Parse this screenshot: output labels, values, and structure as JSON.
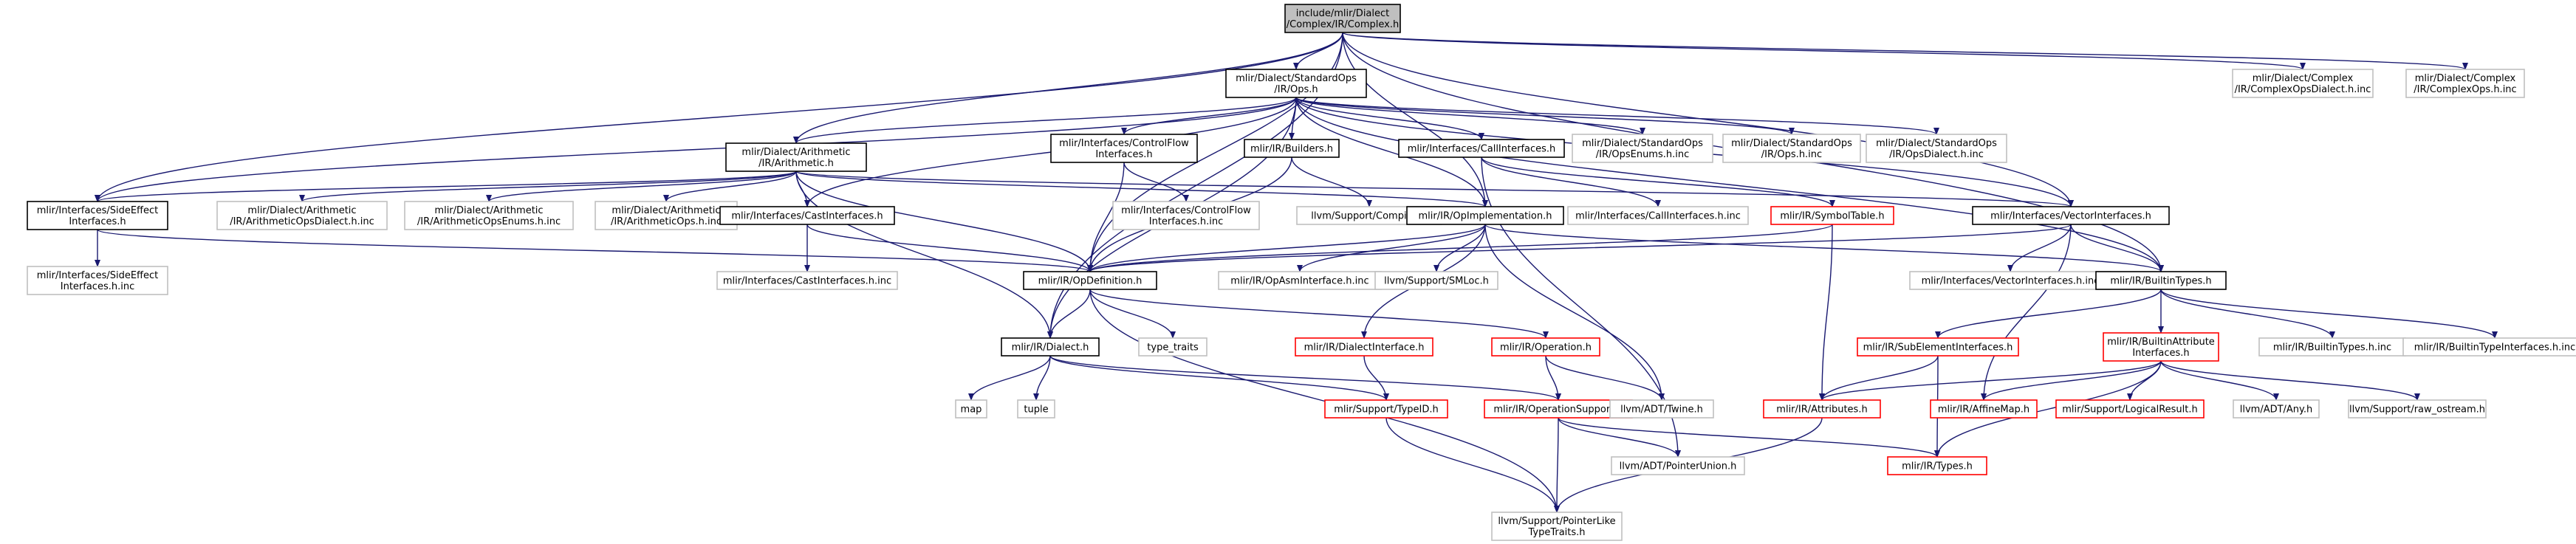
{
  "colors": {
    "node_root_fill": "#bfbfbf",
    "node_black": "#000000",
    "node_red": "#ff0000",
    "node_grey": "#bfbfbf",
    "edge_main": "#191970",
    "edge_dark": "#3a3a3a"
  },
  "nodes": [
    {
      "id": "complex",
      "lines": [
        "include/mlir/Dialect",
        "/Complex/IR/Complex.h"
      ],
      "style": "root"
    },
    {
      "id": "stdops",
      "lines": [
        "mlir/Dialect/StandardOps",
        "/IR/Ops.h"
      ],
      "style": "black"
    },
    {
      "id": "cx_opsdialect_inc",
      "lines": [
        "mlir/Dialect/Complex",
        "/IR/ComplexOpsDialect.h.inc"
      ],
      "style": "grey"
    },
    {
      "id": "cx_ops_inc",
      "lines": [
        "mlir/Dialect/Complex",
        "/IR/ComplexOps.h.inc"
      ],
      "style": "grey"
    },
    {
      "id": "arith",
      "lines": [
        "mlir/Dialect/Arithmetic",
        "/IR/Arithmetic.h"
      ],
      "style": "black"
    },
    {
      "id": "controlflow",
      "lines": [
        "mlir/Interfaces/ControlFlow",
        "Interfaces.h"
      ],
      "style": "black"
    },
    {
      "id": "builders",
      "lines": [
        "mlir/IR/Builders.h"
      ],
      "style": "black"
    },
    {
      "id": "callinterfaces",
      "lines": [
        "mlir/Interfaces/CallInterfaces.h"
      ],
      "style": "black"
    },
    {
      "id": "std_opsenums_inc",
      "lines": [
        "mlir/Dialect/StandardOps",
        "/IR/OpsEnums.h.inc"
      ],
      "style": "grey"
    },
    {
      "id": "std_ops_inc",
      "lines": [
        "mlir/Dialect/StandardOps",
        "/IR/Ops.h.inc"
      ],
      "style": "grey"
    },
    {
      "id": "std_opsdialect_inc",
      "lines": [
        "mlir/Dialect/StandardOps",
        "/IR/OpsDialect.h.inc"
      ],
      "style": "grey"
    },
    {
      "id": "sideeffect",
      "lines": [
        "mlir/Interfaces/SideEffect",
        "Interfaces.h"
      ],
      "style": "black"
    },
    {
      "id": "arith_opsdialect_inc",
      "lines": [
        "mlir/Dialect/Arithmetic",
        "/IR/ArithmeticOpsDialect.h.inc"
      ],
      "style": "grey"
    },
    {
      "id": "arith_enums_inc",
      "lines": [
        "mlir/Dialect/Arithmetic",
        "/IR/ArithmeticOpsEnums.h.inc"
      ],
      "style": "grey"
    },
    {
      "id": "arith_ops_inc",
      "lines": [
        "mlir/Dialect/Arithmetic",
        "/IR/ArithmeticOps.h.inc"
      ],
      "style": "grey"
    },
    {
      "id": "castinterfaces",
      "lines": [
        "mlir/Interfaces/CastInterfaces.h"
      ],
      "style": "black"
    },
    {
      "id": "controlflow_inc",
      "lines": [
        "mlir/Interfaces/ControlFlow",
        "Interfaces.h.inc"
      ],
      "style": "grey"
    },
    {
      "id": "compiler",
      "lines": [
        "llvm/Support/Compiler.h"
      ],
      "style": "grey"
    },
    {
      "id": "opimpl",
      "lines": [
        "mlir/IR/OpImplementation.h"
      ],
      "style": "black"
    },
    {
      "id": "callinterfaces_inc",
      "lines": [
        "mlir/Interfaces/CallInterfaces.h.inc"
      ],
      "style": "grey"
    },
    {
      "id": "symboltable",
      "lines": [
        "mlir/IR/SymbolTable.h"
      ],
      "style": "red"
    },
    {
      "id": "vectorinterfaces",
      "lines": [
        "mlir/Interfaces/VectorInterfaces.h"
      ],
      "style": "black"
    },
    {
      "id": "sideeffect_inc",
      "lines": [
        "mlir/Interfaces/SideEffect",
        "Interfaces.h.inc"
      ],
      "style": "grey"
    },
    {
      "id": "castinterfaces_inc",
      "lines": [
        "mlir/Interfaces/CastInterfaces.h.inc"
      ],
      "style": "grey"
    },
    {
      "id": "opdefinition",
      "lines": [
        "mlir/IR/OpDefinition.h"
      ],
      "style": "black"
    },
    {
      "id": "opasm_inc",
      "lines": [
        "mlir/IR/OpAsmInterface.h.inc"
      ],
      "style": "grey"
    },
    {
      "id": "smloc",
      "lines": [
        "llvm/Support/SMLoc.h"
      ],
      "style": "grey"
    },
    {
      "id": "vectorinterfaces_inc",
      "lines": [
        "mlir/Interfaces/VectorInterfaces.h.inc"
      ],
      "style": "grey"
    },
    {
      "id": "builtintypes",
      "lines": [
        "mlir/IR/BuiltinTypes.h"
      ],
      "style": "black"
    },
    {
      "id": "dialect",
      "lines": [
        "mlir/IR/Dialect.h"
      ],
      "style": "black"
    },
    {
      "id": "type_traits",
      "lines": [
        "type_traits"
      ],
      "style": "grey"
    },
    {
      "id": "dialectinterface",
      "lines": [
        "mlir/IR/DialectInterface.h"
      ],
      "style": "red"
    },
    {
      "id": "operation",
      "lines": [
        "mlir/IR/Operation.h"
      ],
      "style": "red"
    },
    {
      "id": "subelement",
      "lines": [
        "mlir/IR/SubElementInterfaces.h"
      ],
      "style": "red"
    },
    {
      "id": "builtinattrif",
      "lines": [
        "mlir/IR/BuiltinAttribute",
        "Interfaces.h"
      ],
      "style": "red"
    },
    {
      "id": "builtintypes_inc",
      "lines": [
        "mlir/IR/BuiltinTypes.h.inc"
      ],
      "style": "grey"
    },
    {
      "id": "builtintypeif_inc",
      "lines": [
        "mlir/IR/BuiltinTypeInterfaces.h.inc"
      ],
      "style": "grey"
    },
    {
      "id": "map",
      "lines": [
        "map"
      ],
      "style": "grey"
    },
    {
      "id": "tuple",
      "lines": [
        "tuple"
      ],
      "style": "grey"
    },
    {
      "id": "typeid",
      "lines": [
        "mlir/Support/TypeID.h"
      ],
      "style": "red"
    },
    {
      "id": "opsupport",
      "lines": [
        "mlir/IR/OperationSupport.h"
      ],
      "style": "red"
    },
    {
      "id": "twine",
      "lines": [
        "llvm/ADT/Twine.h"
      ],
      "style": "grey"
    },
    {
      "id": "attributes",
      "lines": [
        "mlir/IR/Attributes.h"
      ],
      "style": "red"
    },
    {
      "id": "affinemap",
      "lines": [
        "mlir/IR/AffineMap.h"
      ],
      "style": "red"
    },
    {
      "id": "logicalresult",
      "lines": [
        "mlir/Support/LogicalResult.h"
      ],
      "style": "red"
    },
    {
      "id": "any",
      "lines": [
        "llvm/ADT/Any.h"
      ],
      "style": "grey"
    },
    {
      "id": "raw_ostream",
      "lines": [
        "llvm/Support/raw_ostream.h"
      ],
      "style": "grey"
    },
    {
      "id": "pointerunion",
      "lines": [
        "llvm/ADT/PointerUnion.h"
      ],
      "style": "grey"
    },
    {
      "id": "types",
      "lines": [
        "mlir/IR/Types.h"
      ],
      "style": "red"
    },
    {
      "id": "pointerlike",
      "lines": [
        "llvm/Support/PointerLike",
        "TypeTraits.h"
      ],
      "style": "grey"
    }
  ],
  "edges": [
    [
      "complex",
      "stdops"
    ],
    [
      "complex",
      "cx_opsdialect_inc"
    ],
    [
      "complex",
      "cx_ops_inc"
    ],
    [
      "complex",
      "arith"
    ],
    [
      "complex",
      "sideeffect"
    ],
    [
      "complex",
      "opdefinition"
    ],
    [
      "complex",
      "opimpl"
    ],
    [
      "complex",
      "dialect"
    ],
    [
      "complex",
      "vectorinterfaces"
    ],
    [
      "complex",
      "builtintypes"
    ],
    [
      "stdops",
      "arith"
    ],
    [
      "stdops",
      "controlflow"
    ],
    [
      "stdops",
      "builders"
    ],
    [
      "stdops",
      "callinterfaces"
    ],
    [
      "stdops",
      "std_opsenums_inc"
    ],
    [
      "stdops",
      "std_ops_inc"
    ],
    [
      "stdops",
      "std_opsdialect_inc"
    ],
    [
      "stdops",
      "sideeffect"
    ],
    [
      "stdops",
      "castinterfaces"
    ],
    [
      "stdops",
      "opimpl"
    ],
    [
      "stdops",
      "vectorinterfaces"
    ],
    [
      "stdops",
      "builtintypes"
    ],
    [
      "stdops",
      "dialect"
    ],
    [
      "arith",
      "sideeffect"
    ],
    [
      "arith",
      "arith_opsdialect_inc"
    ],
    [
      "arith",
      "arith_enums_inc"
    ],
    [
      "arith",
      "arith_ops_inc"
    ],
    [
      "arith",
      "castinterfaces"
    ],
    [
      "arith",
      "opimpl"
    ],
    [
      "arith",
      "vectorinterfaces"
    ],
    [
      "arith",
      "opdefinition"
    ],
    [
      "arith",
      "dialect"
    ],
    [
      "controlflow",
      "controlflow_inc"
    ],
    [
      "controlflow",
      "opdefinition"
    ],
    [
      "builders",
      "compiler"
    ],
    [
      "builders",
      "opdefinition"
    ],
    [
      "callinterfaces",
      "callinterfaces_inc"
    ],
    [
      "callinterfaces",
      "symboltable"
    ],
    [
      "callinterfaces",
      "pointerunion"
    ],
    [
      "sideeffect",
      "sideeffect_inc"
    ],
    [
      "sideeffect",
      "opdefinition"
    ],
    [
      "castinterfaces",
      "castinterfaces_inc"
    ],
    [
      "castinterfaces",
      "opdefinition"
    ],
    [
      "opimpl",
      "opdefinition"
    ],
    [
      "opimpl",
      "opasm_inc"
    ],
    [
      "opimpl",
      "smloc"
    ],
    [
      "opimpl",
      "dialectinterface"
    ],
    [
      "opimpl",
      "twine"
    ],
    [
      "opimpl",
      "builtintypes"
    ],
    [
      "symboltable",
      "opdefinition"
    ],
    [
      "symboltable",
      "attributes"
    ],
    [
      "vectorinterfaces",
      "vectorinterfaces_inc"
    ],
    [
      "vectorinterfaces",
      "opdefinition"
    ],
    [
      "vectorinterfaces",
      "builtintypes"
    ],
    [
      "vectorinterfaces",
      "affinemap"
    ],
    [
      "opdefinition",
      "dialect"
    ],
    [
      "opdefinition",
      "type_traits"
    ],
    [
      "opdefinition",
      "operation"
    ],
    [
      "opdefinition",
      "pointerlike"
    ],
    [
      "builtintypes",
      "subelement"
    ],
    [
      "builtintypes",
      "builtinattrif"
    ],
    [
      "builtintypes",
      "builtintypes_inc"
    ],
    [
      "builtintypes",
      "builtintypeif_inc"
    ],
    [
      "dialect",
      "map"
    ],
    [
      "dialect",
      "tuple"
    ],
    [
      "dialect",
      "typeid"
    ],
    [
      "dialect",
      "opsupport"
    ],
    [
      "dialectinterface",
      "typeid"
    ],
    [
      "operation",
      "opsupport"
    ],
    [
      "operation",
      "twine"
    ],
    [
      "subelement",
      "attributes"
    ],
    [
      "subelement",
      "types"
    ],
    [
      "builtinattrif",
      "attributes"
    ],
    [
      "builtinattrif",
      "affinemap"
    ],
    [
      "builtinattrif",
      "logicalresult"
    ],
    [
      "builtinattrif",
      "any"
    ],
    [
      "builtinattrif",
      "raw_ostream"
    ],
    [
      "builtinattrif",
      "types"
    ],
    [
      "typeid",
      "pointerlike"
    ],
    [
      "opsupport",
      "pointerunion"
    ],
    [
      "opsupport",
      "types"
    ],
    [
      "opsupport",
      "pointerlike"
    ],
    [
      "attributes",
      "pointerlike"
    ]
  ]
}
